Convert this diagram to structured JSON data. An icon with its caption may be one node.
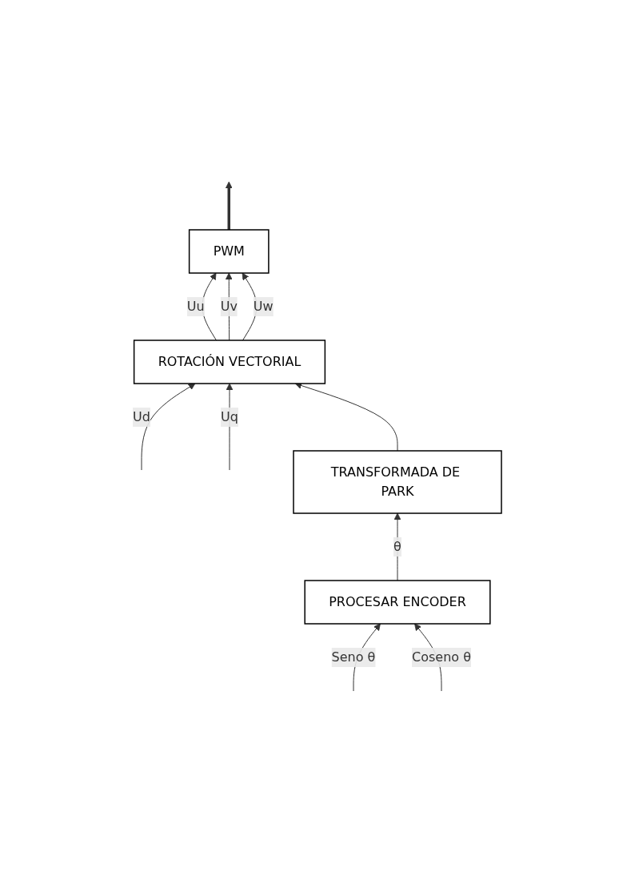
{
  "diagram": {
    "nodes": [
      {
        "text": [
          "ROTACIÓN VECTORIAL"
        ]
      },
      {
        "text": [
          "PWM"
        ]
      },
      {
        "text": [
          "TRANSFORMADA DE PARK"
        ]
      },
      {
        "text": [
          "PROCESAR ENCODER"
        ]
      }
    ],
    "edges": [
      {
        "from": null,
        "to": 0,
        "arrow": "to",
        "label": "Ud"
      },
      {
        "from": null,
        "to": 0,
        "arrow": "to",
        "label": "Uq"
      },
      {
        "from": 0,
        "to": 1,
        "arrow": "to",
        "label": "Uu"
      },
      {
        "from": 0,
        "to": 1,
        "arrow": "to",
        "label": "Uv"
      },
      {
        "from": 0,
        "to": 1,
        "arrow": "to",
        "label": "Uw"
      },
      {
        "from": 1,
        "to": null,
        "arrow": "to",
        "style": "thick"
      },
      {
        "from": 2,
        "to": 0,
        "arrow": "to"
      },
      {
        "from": 3,
        "to": 2,
        "arrow": "to",
        "label": "θ"
      },
      {
        "from": null,
        "to": 3,
        "arrow": "to",
        "label": "Seno θ"
      },
      {
        "from": null,
        "to": 3,
        "arrow": "to",
        "label": "Coseno θ"
      }
    ]
  }
}
